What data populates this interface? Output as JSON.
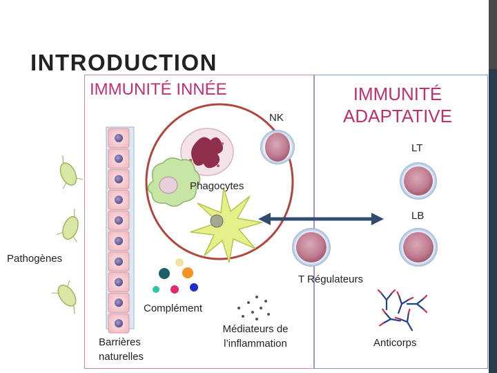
{
  "slide": {
    "title": "INTRODUCTION"
  },
  "innate": {
    "heading": "IMMUNITÉ INNÉE",
    "labels": {
      "nk": "NK",
      "phagocytes": "Phagocytes",
      "complement": "Complément",
      "barriers": "Barrières naturelles",
      "mediators": "Médiateurs de l’inflammation"
    }
  },
  "adaptive": {
    "heading": "IMMUNITÉ ADAPTATIVE",
    "labels": {
      "lt": "LT",
      "lb": "LB",
      "treg": "T Régulateurs",
      "antibodies": "Anticorps"
    }
  },
  "pathogens": {
    "label": "Pathogènes"
  },
  "colors": {
    "heading": "#c0306c",
    "innate_border": "#c88aa8",
    "adaptive_border": "#7ea0c8",
    "circle": "#b0453a",
    "arrow": "#2f4b6e",
    "right_bar": "#2a3b4c"
  }
}
